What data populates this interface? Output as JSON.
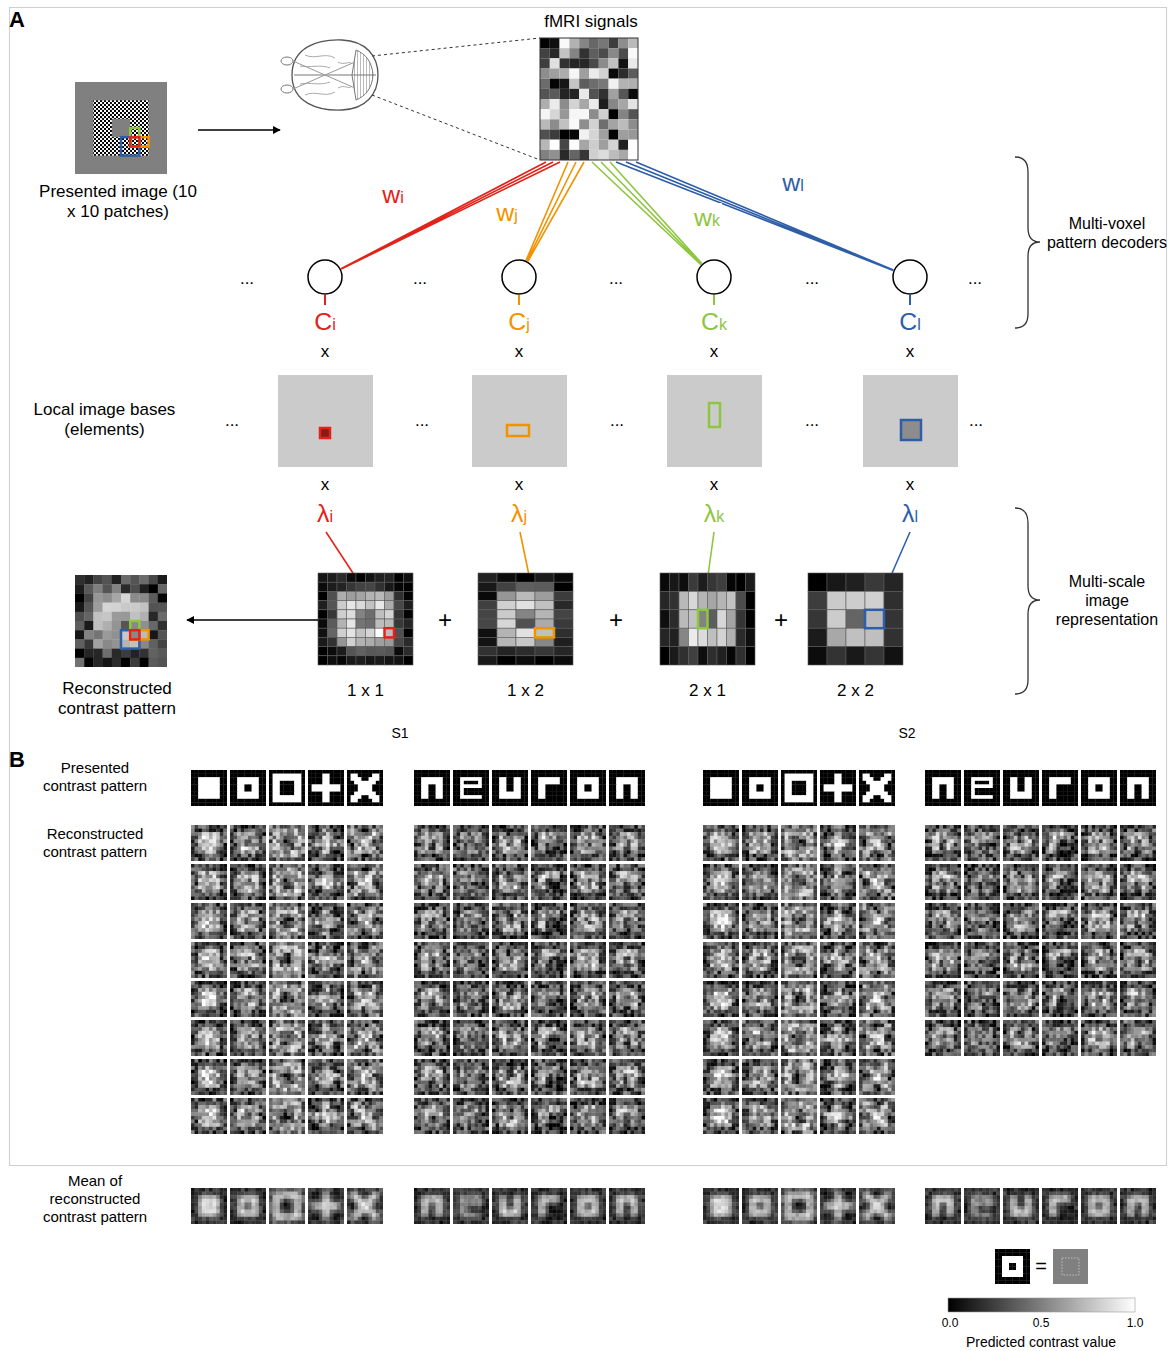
{
  "diagram": {
    "nodes": [
      {
        "text": [
          "Presented image (10 x 10 patches)"
        ]
      },
      {
        "text": [
          "fMRI signals"
        ]
      },
      {
        "text": [
          "Ci"
        ]
      },
      {
        "text": [
          "Cj"
        ]
      },
      {
        "text": [
          "Ck"
        ]
      },
      {
        "text": [
          "Cl"
        ]
      },
      {
        "text": [
          "1 x 1"
        ]
      },
      {
        "text": [
          "1 x 2"
        ]
      },
      {
        "text": [
          "2 x 1"
        ]
      },
      {
        "text": [
          "2 x 2"
        ]
      },
      {
        "text": [
          "Reconstructed contrast pattern"
        ]
      }
    ],
    "edges": [
      {
        "from": 0,
        "to": 1,
        "arrow": "to"
      },
      {
        "from": 1,
        "to": 2,
        "label": "wi",
        "arrow": "none"
      },
      {
        "from": 1,
        "to": 3,
        "label": "wj",
        "arrow": "none"
      },
      {
        "from": 1,
        "to": 4,
        "label": "wk",
        "arrow": "none"
      },
      {
        "from": 1,
        "to": 5,
        "label": "wl",
        "arrow": "none"
      },
      {
        "from": 6,
        "to": 10,
        "arrow": "to"
      }
    ],
    "labels": [
      "A",
      "Multi-voxel pattern decoders",
      "...",
      "...",
      "...",
      "...",
      "...",
      "Local image bases (elements)",
      "...",
      "...",
      "...",
      "...",
      "...",
      "x",
      "x",
      "x",
      "x",
      "x",
      "x",
      "x",
      "x",
      "λi",
      "λj",
      "λk",
      "λl",
      "+",
      "+",
      "+",
      "Multi-scale image representation",
      "B",
      "S1",
      "S2",
      "Presented contrast pattern",
      "Reconstructed contrast pattern",
      "Mean of reconstructed contrast pattern",
      "=",
      "0.0",
      "0.5",
      "1.0",
      "Predicted contrast value"
    ]
  }
}
